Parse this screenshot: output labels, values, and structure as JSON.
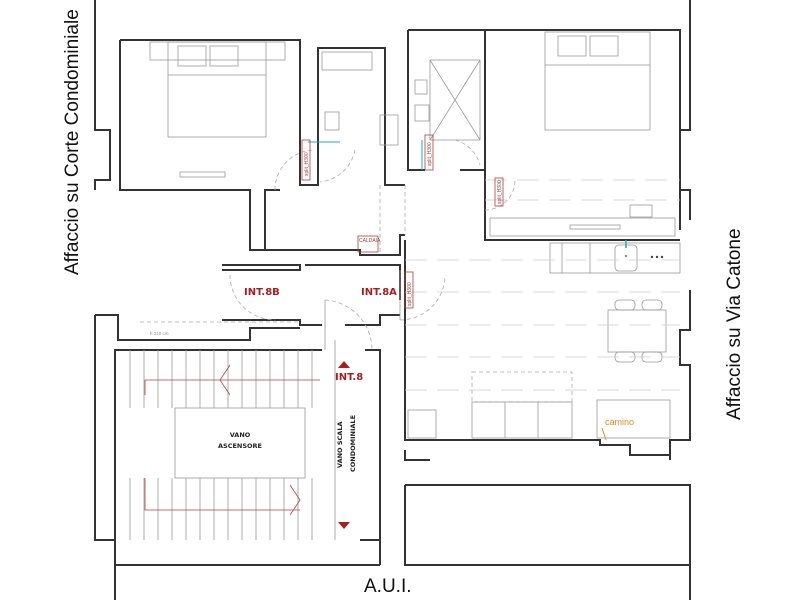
{
  "labels": {
    "left_facade": "Affaccio su Corte Condominiale",
    "right_facade": "Affaccio su Via Catone",
    "bottom": "A.U.I.",
    "int_8b": "INT.8B",
    "int_8a": "INT.8A",
    "int_8": "INT.8",
    "elevator_line1": "VANO",
    "elevator_line2": "ASCENSORE",
    "stair_line1": "VANO SCALA",
    "stair_line2": "CONDOMINIALE",
    "split_1": "split_H300",
    "split_2": "split_H300",
    "split_3": "split_H300",
    "split_4": "split_H300",
    "boiler": "CALDAIA",
    "height_note": "h 210 cm",
    "fireplace": "camino"
  },
  "colors": {
    "walls": "#333333",
    "annotation_red": "#a61e22",
    "fireplace_orange": "#e08a20",
    "plumbing_cyan": "#2aa7b8"
  }
}
